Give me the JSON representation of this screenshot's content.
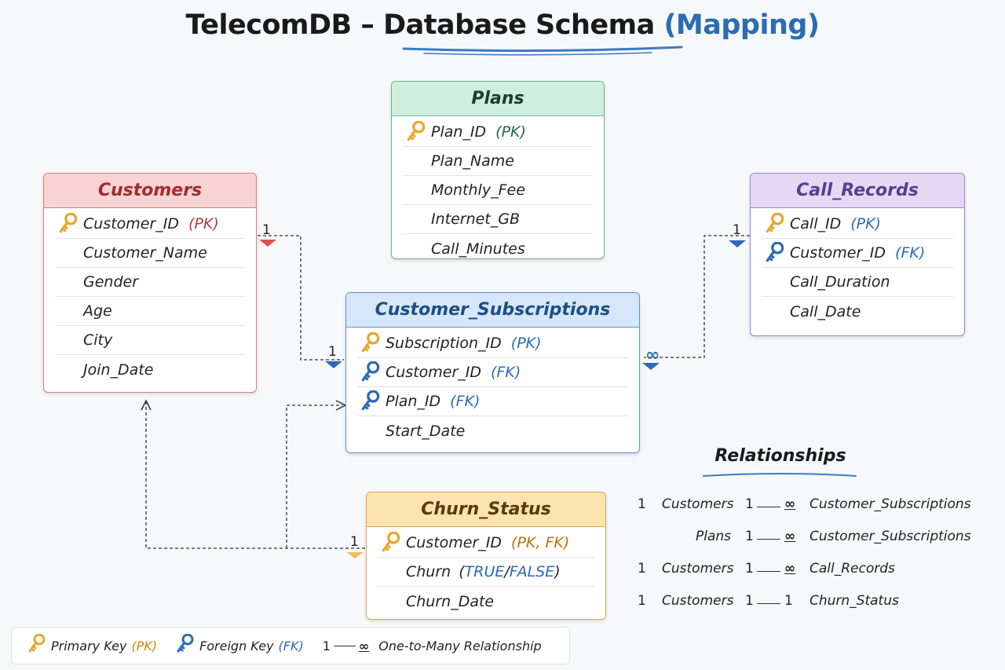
{
  "title": {
    "main": "TelecomDB – Database Schema",
    "accent": "(Mapping)"
  },
  "colors": {
    "customers": {
      "header": "#f9d3d3",
      "border": "#e07a7a",
      "text": "#a52a2a"
    },
    "plans": {
      "header": "#cfeedd",
      "border": "#6ab68c",
      "text": "#1f3d2b"
    },
    "call_records": {
      "header": "#e3d9f5",
      "border": "#9a86cf",
      "text": "#5a3d8f"
    },
    "subscriptions": {
      "header": "#d6e7fa",
      "border": "#5d94d0",
      "text": "#1d4f86"
    },
    "churn": {
      "header": "#fbe3b0",
      "border": "#e2a74a",
      "text": "#5a3a0a"
    },
    "pk": "#e8a82b",
    "fk": "#2b6ab8"
  },
  "tables": {
    "customers": {
      "name": "Customers",
      "rows": [
        {
          "name": "Customer_ID",
          "tag": "(PK)",
          "key": "pk"
        },
        {
          "name": "Customer_Name"
        },
        {
          "name": "Gender"
        },
        {
          "name": "Age"
        },
        {
          "name": "City"
        },
        {
          "name": "Join_Date"
        }
      ]
    },
    "plans": {
      "name": "Plans",
      "rows": [
        {
          "name": "Plan_ID",
          "tag": "(PK)",
          "key": "pk"
        },
        {
          "name": "Plan_Name"
        },
        {
          "name": "Monthly_Fee"
        },
        {
          "name": "Internet_GB"
        },
        {
          "name": "Call_Minutes"
        }
      ]
    },
    "call_records": {
      "name": "Call_Records",
      "rows": [
        {
          "name": "Call_ID",
          "tag": "(PK)",
          "key": "pk"
        },
        {
          "name": "Customer_ID",
          "tag": "(FK)",
          "key": "fk"
        },
        {
          "name": "Call_Duration"
        },
        {
          "name": "Call_Date"
        }
      ]
    },
    "subscriptions": {
      "name": "Customer_Subscriptions",
      "rows": [
        {
          "name": "Subscription_ID",
          "tag": "(PK)",
          "key": "pk"
        },
        {
          "name": "Customer_ID",
          "tag": "(FK)",
          "key": "fk"
        },
        {
          "name": "Plan_ID",
          "tag": "(FK)",
          "key": "fk"
        },
        {
          "name": "Start_Date"
        }
      ]
    },
    "churn": {
      "name": "Churn_Status",
      "rows": [
        {
          "name": "Customer_ID",
          "tag": "(PK, FK)",
          "key": "pk"
        },
        {
          "name": "Churn",
          "tag_parts": [
            "(",
            "TRUE",
            "/",
            "FALSE",
            ")"
          ]
        },
        {
          "name": "Churn_Date"
        }
      ]
    }
  },
  "cardinalities": {
    "cust_sub_customer": "1",
    "cust_sub_sub": "1",
    "call_sub_call": "1",
    "call_sub_sub": "∞",
    "churn_customer": "1"
  },
  "relationships": {
    "title": "Relationships",
    "items": [
      {
        "left": "1",
        "from": "Customers",
        "l": "1",
        "r": "∞",
        "to": "Customer_Subscriptions"
      },
      {
        "left": "",
        "from": "Plans",
        "l": "1",
        "r": "∞",
        "to": "Customer_Subscriptions"
      },
      {
        "left": "1",
        "from": "Customers",
        "l": "1",
        "r": "∞",
        "to": "Call_Records"
      },
      {
        "left": "1",
        "from": "Customers",
        "l": "1",
        "r": "1",
        "to": "Churn_Status"
      }
    ]
  },
  "legend": {
    "pk_label": "Primary Key",
    "pk_tag": "(PK)",
    "fk_label": "Foreign Key",
    "fk_tag": "(FK)",
    "one": "1",
    "many": "∞",
    "rel_label": "One-to-Many Relationship"
  }
}
